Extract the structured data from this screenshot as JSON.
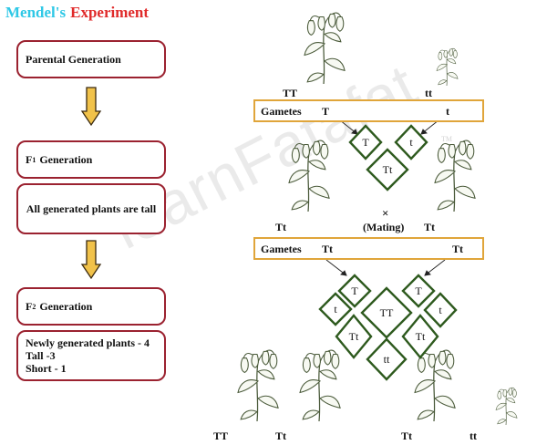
{
  "title": {
    "part1": "Mendel's",
    "part2": "Experiment"
  },
  "flow": {
    "parental": "Parental Generation",
    "f1_prefix": "F",
    "f1_sub": "1",
    "f1_suffix": "Generation",
    "f1_note": "All generated plants are tall",
    "f2_prefix": "F",
    "f2_sub": "2",
    "f2_suffix": "Generation",
    "f2_lines": [
      "Newly generated plants - 4",
      "Tall  -3",
      "Short - 1"
    ]
  },
  "cross1": {
    "parent_left": "TT",
    "parent_right": "tt",
    "gametes_label": "Gametes",
    "gamete_left": "T",
    "gamete_right": "t",
    "diamond_left": "T",
    "diamond_right": "t",
    "offspring": "Tt"
  },
  "mating": {
    "left": "Tt",
    "right": "Tt",
    "symbol": "×",
    "label": "(Mating)"
  },
  "cross2": {
    "gametes_label": "Gametes",
    "gamete_left": "Tt",
    "gamete_right": "Tt",
    "gametes": [
      "T",
      "t",
      "T",
      "t"
    ],
    "offspring": [
      "TT",
      "Tt",
      "Tt",
      "tt"
    ]
  },
  "bottom_labels": [
    "TT",
    "Tt",
    "Tt",
    "tt"
  ],
  "watermark": {
    "text": "learnFatafat",
    "mark": "TM"
  },
  "colors": {
    "title_cyan": "#2fc8e6",
    "title_red": "#e02a2a",
    "box_border": "#9b2230",
    "arrow_fill": "#f1c24a",
    "strip_border": "#e0a53a",
    "diamond": "#2e5a1e",
    "plant_stroke": "#4a5a3a",
    "plant_fill": "#f7f9f2"
  }
}
